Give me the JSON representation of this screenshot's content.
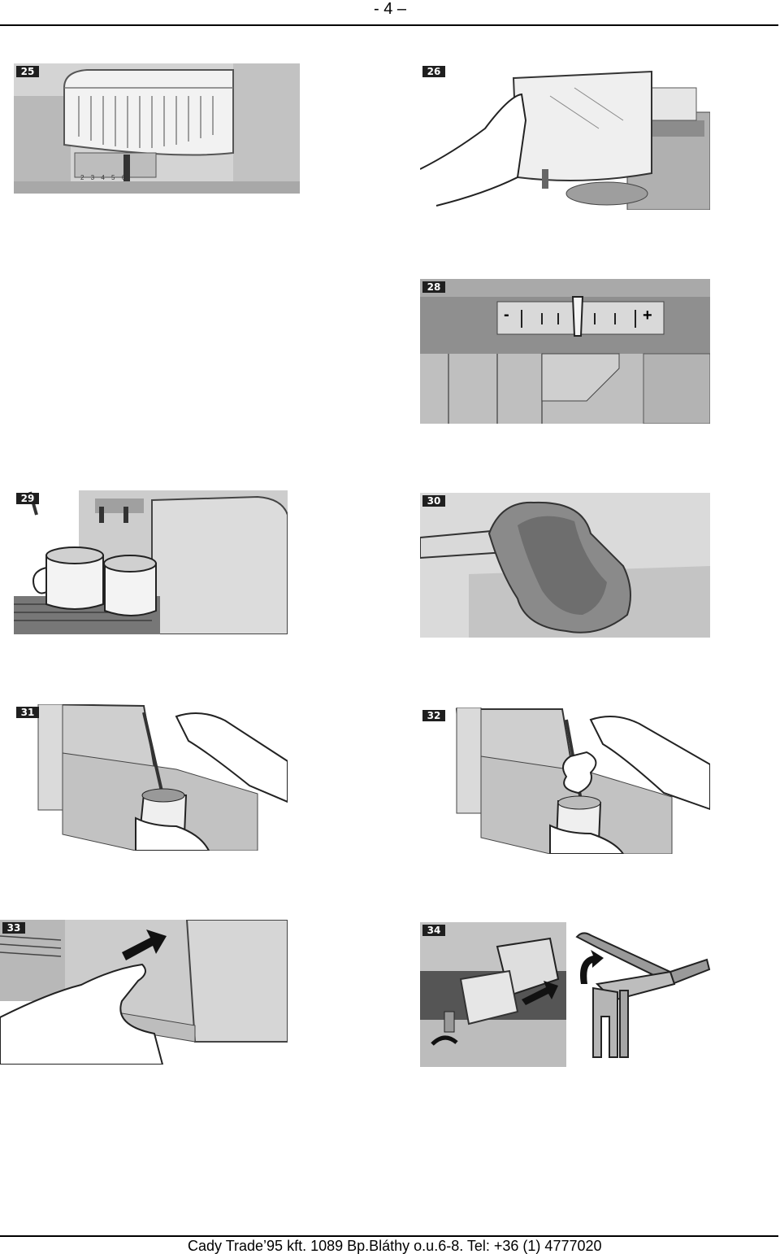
{
  "header": {
    "page_number": "- 4 –"
  },
  "figures": [
    {
      "label": "25",
      "description": "water tank top with level scale"
    },
    {
      "label": "26",
      "description": "hand lifting water tank"
    },
    {
      "label": "28",
      "description": "grind setting scale"
    },
    {
      "label": "29",
      "description": "two cups under spout"
    },
    {
      "label": "30",
      "description": "coffee grounds tray"
    },
    {
      "label": "31",
      "description": "steam nozzle with cup"
    },
    {
      "label": "32",
      "description": "frothing milk"
    },
    {
      "label": "33",
      "description": "pushing drip tray"
    },
    {
      "label": "34",
      "description": "brewing unit removal"
    }
  ],
  "fig28_scale": {
    "minus": "-",
    "plus": "+"
  },
  "fig25_scale": {
    "digits": "2 3 4 5 6"
  },
  "footer": {
    "text": "Cady Trade’95 kft. 1089 Bp.Bláthy o.u.6-8. Tel: +36 (1) 4777020"
  }
}
